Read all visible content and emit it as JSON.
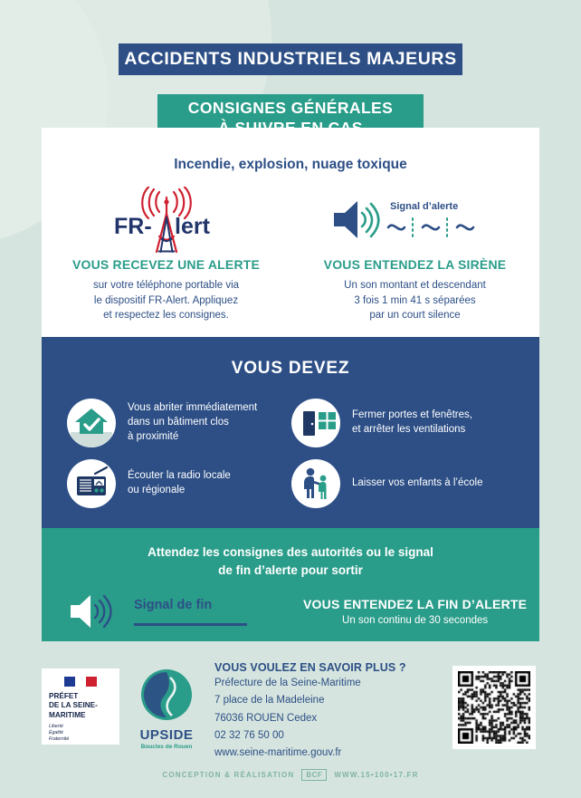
{
  "colors": {
    "navy": "#2d4f86",
    "teal": "#2a9d8a",
    "background": "#d5e4de",
    "white": "#ffffff",
    "red": "#cf2030"
  },
  "header": {
    "title": "ACCIDENTS INDUSTRIELS MAJEURS",
    "subtitle_line1": "CONSIGNES GÉNÉRALES",
    "subtitle_line2": "À SUIVRE EN CAS D’ACCIDENT"
  },
  "alert_panel": {
    "heading": "Incendie, explosion, nuage toxique",
    "left": {
      "logo_name": "fr-alert-logo",
      "logo_text_prefix": "FR-",
      "logo_text_suffix": "lert",
      "headline": "VOUS RECEVEZ UNE ALERTE",
      "body_line1": "sur votre téléphone portable via",
      "body_line2": "le dispositif FR-Alert. Appliquez",
      "body_line3": "et respectez les consignes."
    },
    "right": {
      "signal_label": "Signal d’alerte",
      "headline": "VOUS ENTENDEZ LA SIRÈNE",
      "body_line1": "Un son montant et descendant",
      "body_line2": "3 fois 1 min 41 s séparées",
      "body_line3": "par un court silence"
    }
  },
  "duties": {
    "title": "VOUS DEVEZ",
    "items": [
      {
        "icon": "house-shelter-icon",
        "line1": "Vous abriter immédiatement",
        "line2": "dans un bâtiment clos",
        "line3": "à proximité"
      },
      {
        "icon": "door-window-icon",
        "line1": "Fermer portes et fenêtres,",
        "line2": "et arrêter les ventilations",
        "line3": ""
      },
      {
        "icon": "radio-icon",
        "line1": "Écouter la radio locale",
        "line2": "ou régionale",
        "line3": ""
      },
      {
        "icon": "adult-child-icon",
        "line1": "Laisser vos enfants à l’école",
        "line2": "",
        "line3": ""
      }
    ]
  },
  "end_alert": {
    "heading_line1": "Attendez les consignes des autorités ou le signal",
    "heading_line2": "de fin d’alerte pour sortir",
    "signal_label": "Signal de fin",
    "headline": "VOUS ENTENDEZ LA FIN D’ALERTE",
    "subtext": "Un son continu de 30 secondes"
  },
  "footer": {
    "prefet": {
      "name_line1": "PRÉFET",
      "name_line2": "DE LA SEINE-",
      "name_line3": "MARITIME",
      "motto_line1": "Liberté",
      "motto_line2": "Égalité",
      "motto_line3": "Fraternité"
    },
    "upside": {
      "name": "UPSIDE",
      "tagline": "Boucles de Rouen"
    },
    "contact": {
      "heading": "VOUS VOULEZ EN SAVOIR PLUS ?",
      "line1": "Préfecture de la Seine-Maritime",
      "line2": "7 place de la Madeleine",
      "line3": "76036 ROUEN Cedex",
      "line4": "02 32 76 50 00",
      "line5": "www.seine-maritime.gouv.fr"
    },
    "qr_name": "qr-code",
    "credits_label": "CONCEPTION & RÉALISATION",
    "credits_mark": "BCF",
    "credits_url": "WWW.15•100•17.FR"
  }
}
